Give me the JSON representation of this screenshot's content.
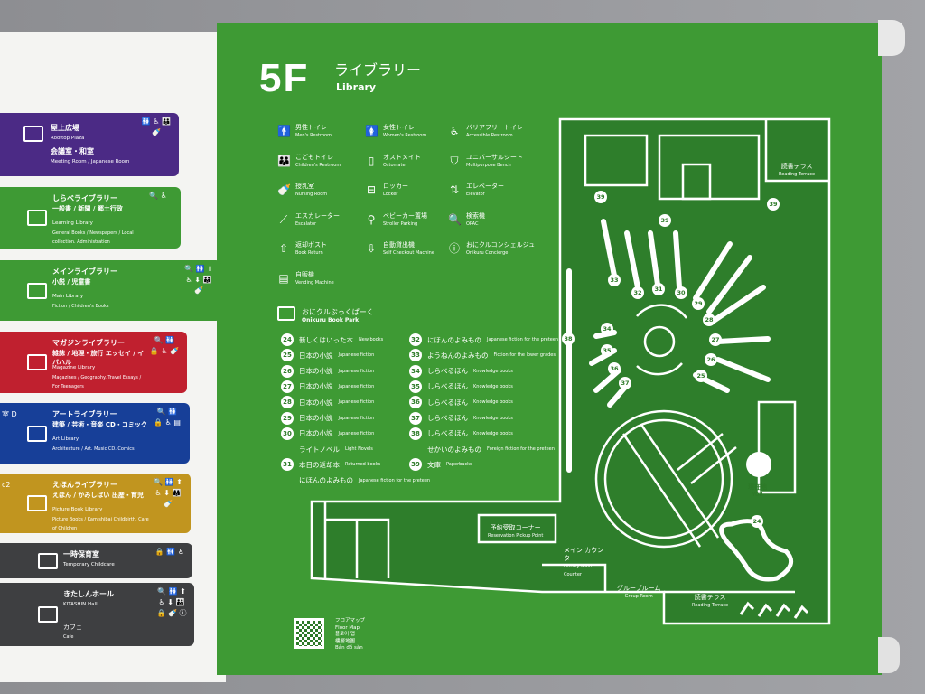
{
  "header": {
    "floor": "5F",
    "title_jp": "ライブラリー",
    "title_en": "Library"
  },
  "directory": [
    {
      "color": "#4b2a85",
      "lines": [
        {
          "jp": "屋上広場",
          "en": "Rooftop Plaza"
        },
        {
          "jp": "会議室・和室",
          "en": "Meeting Room / Japanese Room"
        }
      ],
      "symbols": "🚻 ♿ 👪 🍼"
    },
    {
      "color": "#3e9a34",
      "jp": "しらべライブラリー",
      "sub": "一般書 / 新聞 / 郷土行政",
      "en": "Learning Library",
      "en_sub": "General Books / Newspapers / Local collection. Administration",
      "symbols": "🔍 ♿"
    },
    {
      "color": "#3e9a34",
      "jp": "メインライブラリー",
      "sub": "小説 / 児童書",
      "en": "Main Library",
      "en_sub": "Fiction / Children's Books",
      "symbols": "🔍 🚻 ⬆ ♿ ⬇ 👪 🍼"
    },
    {
      "color": "#c0202f",
      "jp": "マガジンライブラリー",
      "sub": "雑誌 / 地理・旅行 エッセイ / イバハル",
      "en": "Magazine Library",
      "en_sub": "Magazines / Geography. Travel Essays / For Teenagers",
      "symbols": "🔍 🚻 🔒 ♿ 🍼"
    },
    {
      "color": "#173f98",
      "jp": "アートライブラリー",
      "sub": "建築 / 芸術・音楽 CD・コミック",
      "en": "Art Library",
      "en_sub": "Architecture / Art. Music CD. Comics",
      "symbols": "🔍 🚻 🔒 ♿ ▤",
      "left_text": "室 D"
    },
    {
      "color": "#c1951f",
      "jp": "えほんライブラリー",
      "sub": "えほん / かみしばい 出産・育児",
      "en": "Picture Book Library",
      "en_sub": "Picture Books / Kamishibai Childbirth. Care of Children",
      "symbols": "🔍 🚻 ⬆ ♿ ⬇ 👪 🍼",
      "left_text": "c2"
    },
    {
      "color": "#3e3f41",
      "jp": "一時保育室",
      "en": "Temporary Childcare",
      "symbols": "🔒 🚻 ♿"
    },
    {
      "color": "#3e3f41",
      "jp": "きたしんホール",
      "en": "KITASHIN Hall",
      "jp2": "カフェ",
      "en2": "Cafe",
      "symbols": "🔍 🚻 ⬆ ♿ ⬇ 👪 🔒 🍼 ⓘ"
    }
  ],
  "legend": [
    {
      "icon": "man-restroom-icon",
      "glyph": "🚹",
      "jp": "男性トイレ",
      "en": "Men's Restroom"
    },
    {
      "icon": "women-restroom-icon",
      "glyph": "🚺",
      "jp": "女性トイレ",
      "en": "Women's Restroom"
    },
    {
      "icon": "accessible-restroom-icon",
      "glyph": "♿",
      "jp": "バリアフリートイレ",
      "en": "Accessible Restroom"
    },
    {
      "icon": "children-restroom-icon",
      "glyph": "👪",
      "jp": "こどもトイレ",
      "en": "Children's Restroom"
    },
    {
      "icon": "ostomate-icon",
      "glyph": "▯",
      "jp": "オストメイト",
      "en": "Ostomate"
    },
    {
      "icon": "multipurpose-bench-icon",
      "glyph": "⛉",
      "jp": "ユニバーサルシート",
      "en": "Multipurpose Bench"
    },
    {
      "icon": "nursing-room-icon",
      "glyph": "🍼",
      "jp": "授乳室",
      "en": "Nursing Room"
    },
    {
      "icon": "locker-icon",
      "glyph": "⊟",
      "jp": "ロッカー",
      "en": "Locker"
    },
    {
      "icon": "elevator-icon",
      "glyph": "⇅",
      "jp": "エレベーター",
      "en": "Elevator"
    },
    {
      "icon": "escalator-icon",
      "glyph": "⟋",
      "jp": "エスカレーター",
      "en": "Escalator"
    },
    {
      "icon": "stroller-parking-icon",
      "glyph": "⚲",
      "jp": "ベビーカー置場",
      "en": "Stroller Parking"
    },
    {
      "icon": "opac-icon",
      "glyph": "🔍",
      "jp": "検索機",
      "en": "OPAC"
    },
    {
      "icon": "book-return-icon",
      "glyph": "⇧",
      "jp": "返却ポスト",
      "en": "Book Return"
    },
    {
      "icon": "self-checkout-icon",
      "glyph": "⇩",
      "jp": "自動貸出機",
      "en": "Self Checkout Machine"
    },
    {
      "icon": "concierge-icon",
      "glyph": "ⓘ",
      "jp": "おにクルコンシェルジュ",
      "en": "Onikuru Concierge"
    },
    {
      "icon": "vending-machine-icon",
      "glyph": "▤",
      "jp": "自販機",
      "en": "Vending Machine"
    }
  ],
  "book_park": {
    "title_jp": "おにクルぶっくぱーく",
    "title_en": "Onikuru Book Park",
    "left": [
      {
        "num": "24",
        "jp": "新しくはいった本",
        "en": "New books"
      },
      {
        "num": "25",
        "jp": "日本の小説",
        "en": "Japanese fiction"
      },
      {
        "num": "26",
        "jp": "日本の小説",
        "en": "Japanese fiction"
      },
      {
        "num": "27",
        "jp": "日本の小説",
        "en": "Japanese fiction"
      },
      {
        "num": "28",
        "jp": "日本の小説",
        "en": "Japanese fiction"
      },
      {
        "num": "29",
        "jp": "日本の小説",
        "en": "Japanese fiction"
      },
      {
        "num": "30",
        "jp": "日本の小説",
        "en": "Japanese fiction"
      },
      {
        "num": "",
        "jp": "ライトノベル",
        "en": "Light Novels"
      },
      {
        "num": "31",
        "jp": "本日の返却本",
        "en": "Returned books"
      },
      {
        "num": "",
        "jp": "にほんのよみもの",
        "en": "Japanese fiction for the preteen"
      }
    ],
    "right": [
      {
        "num": "32",
        "jp": "にほんのよみもの",
        "en": "Japanese fiction for the preteen"
      },
      {
        "num": "33",
        "jp": "ようねんのよみもの",
        "en": "Fiction for the lower grades"
      },
      {
        "num": "34",
        "jp": "しらべるほん",
        "en": "Knowledge books"
      },
      {
        "num": "35",
        "jp": "しらべるほん",
        "en": "Knowledge books"
      },
      {
        "num": "36",
        "jp": "しらべるほん",
        "en": "Knowledge books"
      },
      {
        "num": "37",
        "jp": "しらべるほん",
        "en": "Knowledge books"
      },
      {
        "num": "38",
        "jp": "しらべるほん",
        "en": "Knowledge books"
      },
      {
        "num": "",
        "jp": "せかいのよみもの",
        "en": "Foreign fiction for the preteen"
      },
      {
        "num": "39",
        "jp": "文庫",
        "en": "Paperbacks"
      }
    ]
  },
  "map": {
    "markers": [
      "39",
      "39",
      "39",
      "33",
      "32",
      "31",
      "30",
      "29",
      "28",
      "27",
      "26",
      "25",
      "34",
      "35",
      "36",
      "37",
      "38",
      "24"
    ],
    "reading_terrace_top": {
      "jp": "読書テラス",
      "en": "Reading Terrace"
    },
    "reading_terrace_bottom": {
      "jp": "読書テラス",
      "en": "Reading Terrace"
    },
    "you_are_here": {
      "jp": "現在地",
      "en": "YOU"
    },
    "reservation": {
      "jp": "予約受取コーナー",
      "en": "Reservation Pickup Point"
    },
    "main_counter": {
      "jp": "メイン カウンター",
      "en": "Library Main Counter"
    },
    "group_room": {
      "jp": "グループルーム",
      "en": "Group Room"
    }
  },
  "qr": {
    "lines": [
      "フロアマップ",
      "Floor Map",
      "플로어 맵",
      "樓層地圖",
      "Bản đồ sàn"
    ]
  }
}
